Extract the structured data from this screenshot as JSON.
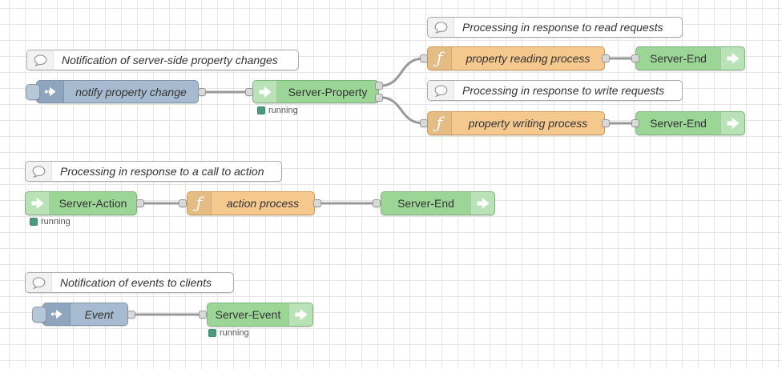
{
  "app": {
    "name": "Node-RED flow workspace"
  },
  "colors": {
    "inject_node": "#a6bbcf",
    "function_node": "#f5c88e",
    "server_node": "#9bd697",
    "wire": "#999999",
    "status_green": "#4a9b7d",
    "grid_line": "#e7e7e7"
  },
  "flow": {
    "comments": [
      {
        "text": "Notification of server-side property changes"
      },
      {
        "text": "Processing in response to read requests"
      },
      {
        "text": "Processing in response to write requests"
      },
      {
        "text": "Processing in response to a call to action"
      },
      {
        "text": "Notification of events to clients"
      }
    ],
    "nodes": {
      "inject_notify": {
        "type": "inject",
        "label": "notify property change"
      },
      "server_property": {
        "type": "server",
        "label": "Server-Property",
        "status": "running"
      },
      "func_reading": {
        "type": "function",
        "label": "property reading process"
      },
      "server_end_read": {
        "type": "server",
        "label": "Server-End"
      },
      "func_writing": {
        "type": "function",
        "label": "property writing process"
      },
      "server_end_write": {
        "type": "server",
        "label": "Server-End"
      },
      "server_action": {
        "type": "server",
        "label": "Server-Action",
        "status": "running"
      },
      "func_action": {
        "type": "function",
        "label": "action process"
      },
      "server_end_action": {
        "type": "server",
        "label": "Server-End"
      },
      "inject_event": {
        "type": "inject",
        "label": "Event"
      },
      "server_event": {
        "type": "server",
        "label": "Server-Event",
        "status": "running"
      }
    },
    "icons": {
      "inject": "arrow-right-icon",
      "function": "function-f-icon",
      "server": "arrow-right-icon",
      "comment": "speech-bubble-icon"
    }
  }
}
